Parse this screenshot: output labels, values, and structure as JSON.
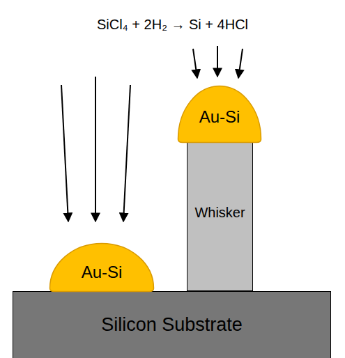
{
  "diagram": {
    "title": "SiCl₄ + 2H₂ → Si + 4HCl",
    "nodes": [
      {
        "text": [
          "Au-Si"
        ]
      },
      {
        "text": [
          "Au-Si"
        ]
      },
      {
        "text": [
          "Whisker"
        ]
      },
      {
        "text": [
          "Silicon Substrate"
        ]
      }
    ]
  }
}
